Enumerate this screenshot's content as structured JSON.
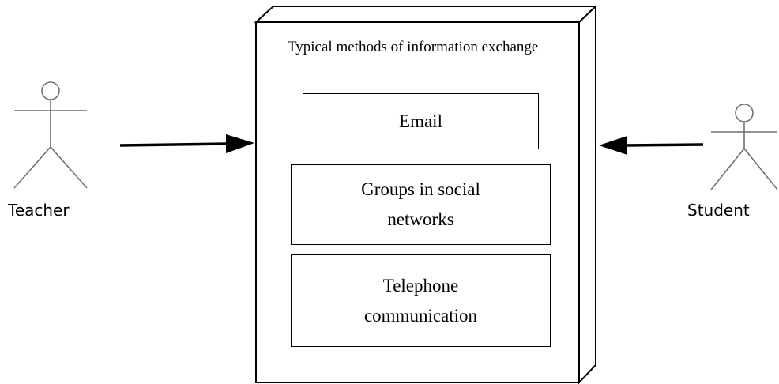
{
  "node": {
    "title": "Typical methods of information exchange",
    "methods": [
      {
        "label": "Email"
      },
      {
        "label": "Groups in social networks"
      },
      {
        "label": "Telephone communication"
      }
    ]
  },
  "actors": {
    "left": {
      "label": "Teacher"
    },
    "right": {
      "label": "Student"
    }
  },
  "colors": {
    "stroke": "#000000",
    "actor_stroke": "#707070",
    "background": "#ffffff"
  }
}
